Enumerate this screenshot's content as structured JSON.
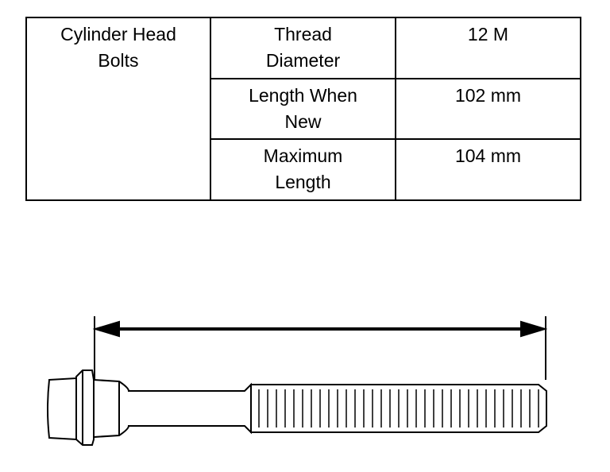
{
  "table": {
    "row_header": "Cylinder Head\nBolts",
    "rows": [
      {
        "label": "Thread\nDiameter",
        "value": "12 M"
      },
      {
        "label": "Length When\nNew",
        "value": "102 mm"
      },
      {
        "label": "Maximum\nLength",
        "value": "104 mm"
      }
    ]
  },
  "diagram": {
    "stroke_color": "#000000"
  }
}
